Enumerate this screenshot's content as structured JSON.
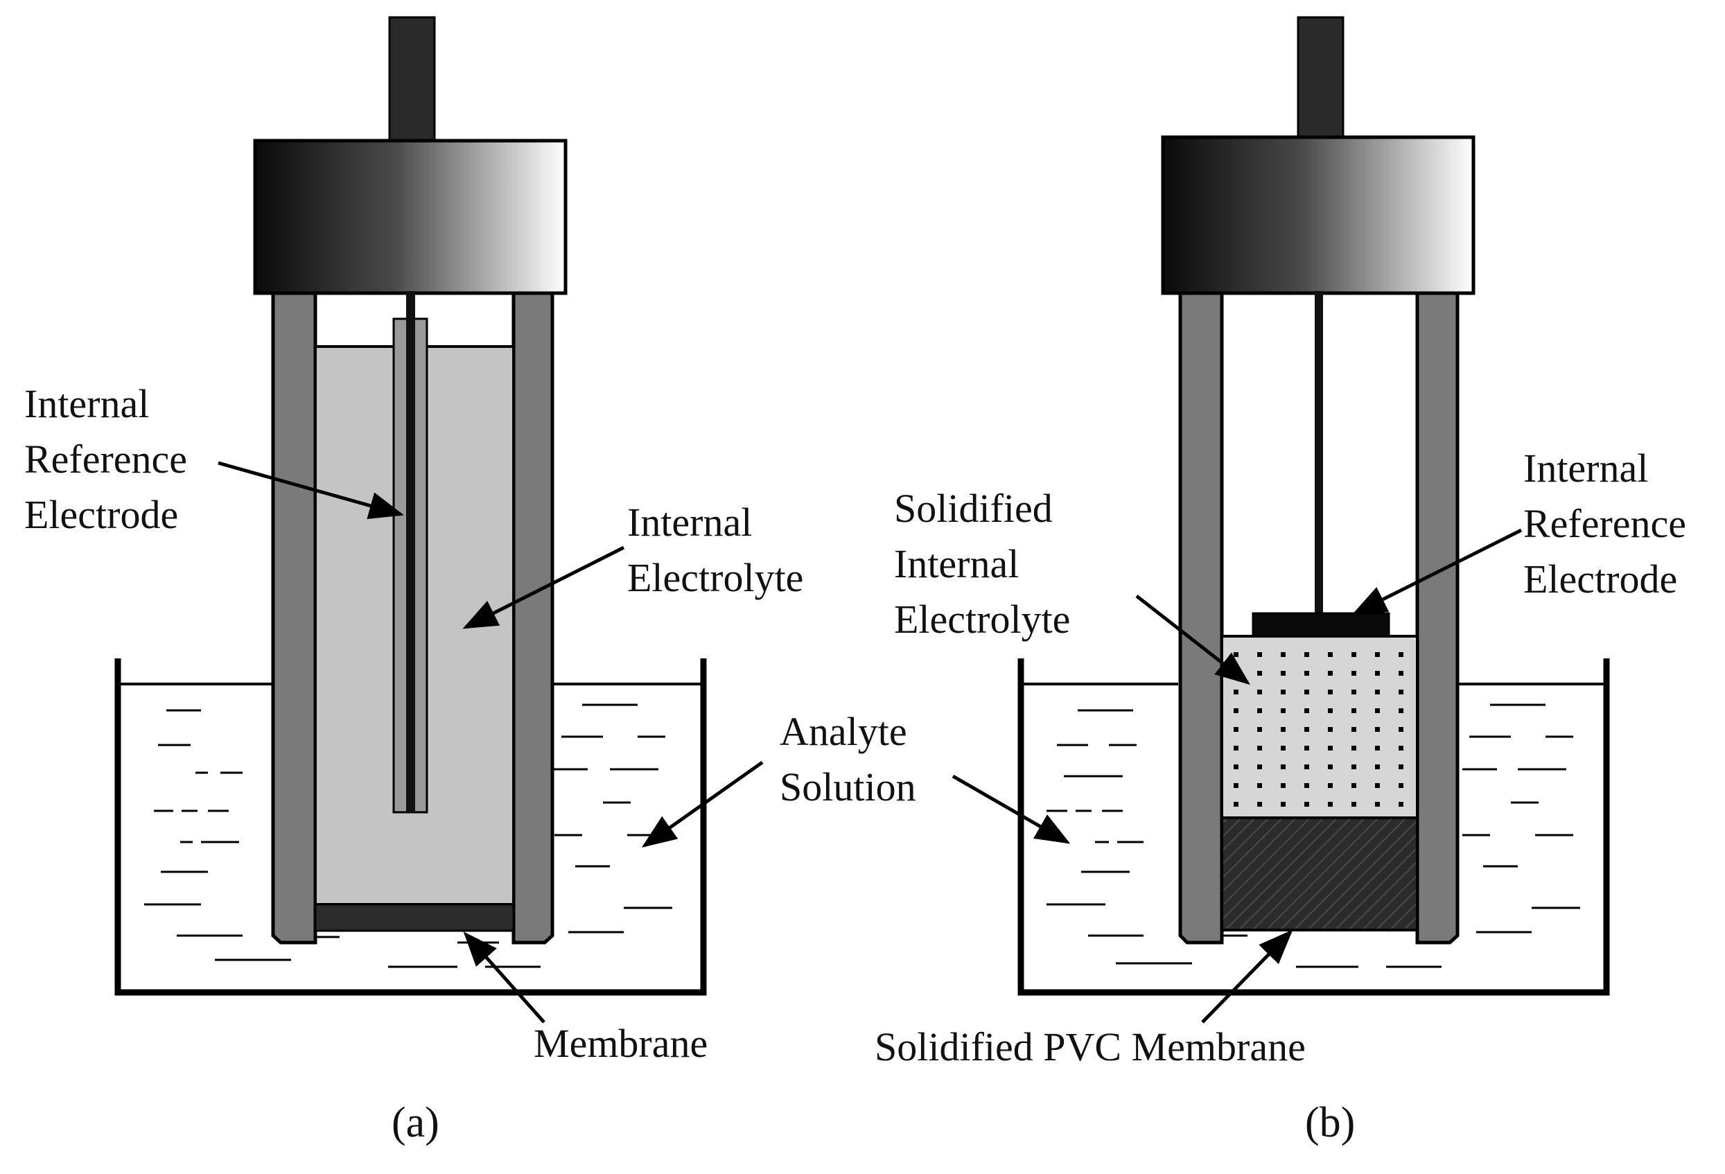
{
  "panel_a": {
    "label_internal_reference_electrode": [
      "Internal",
      "Reference",
      "Electrode"
    ],
    "label_internal_electrolyte": [
      "Internal",
      "Electrolyte"
    ],
    "label_analyte_solution": [
      "Analyte",
      "Solution"
    ],
    "label_membrane": "Membrane",
    "caption": "(a)"
  },
  "panel_b": {
    "label_internal_reference_electrode": [
      "Internal",
      "Reference",
      "Electrode"
    ],
    "label_solidified_internal_electrolyte": [
      "Solidified",
      "Internal",
      "Electrolyte"
    ],
    "label_solidified_pvc_membrane": "Solidified PVC Membrane",
    "caption": "(b)"
  },
  "colors": {
    "cap_dark": "#0a0a0a",
    "cap_light": "#ffffff",
    "wall": "#7a7a7a",
    "electrolyte": "#c4c4c4",
    "solid_electrolyte": "#d6d6d6",
    "membrane": "#2b2b2b",
    "outline": "#000000"
  }
}
